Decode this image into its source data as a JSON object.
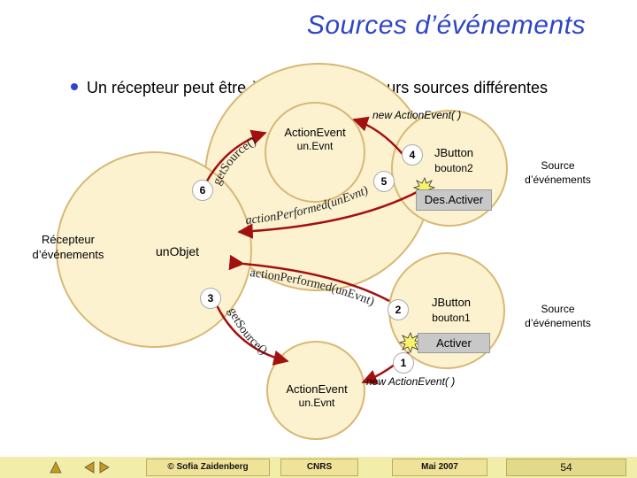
{
  "title": "Sources d’événements",
  "bullet": "Un récepteur peut être à l’écoute de plusieurs sources différentes",
  "top_section": {
    "new_event": "new ActionEvent( )",
    "event_name": "ActionEvent",
    "event_var": "un.Evnt",
    "getsource_label": "getSource()",
    "action_performed_label": "actionPerformed(unEvnt)",
    "jbutton_label": "JButton",
    "jbutton_var": "bouton2",
    "button_text": "Des.Activer",
    "source_label_1": "Source",
    "source_label_2": "d’événements",
    "step_4": "4",
    "step_5": "5",
    "step_6": "6"
  },
  "receiver": {
    "label_1": "Récepteur",
    "label_2": "d’événements",
    "object_name": "unObjet",
    "action_performed_label": "actionPerformed(unEvnt)",
    "getsource_label": "getSource()",
    "step_3": "3"
  },
  "bottom_section": {
    "jbutton_label": "JButton",
    "jbutton_var": "bouton1",
    "button_text": "Activer",
    "source_label_1": "Source",
    "source_label_2": "d’événements",
    "event_name": "ActionEvent",
    "event_var": "un.Evnt",
    "new_event": "new ActionEvent( )",
    "step_1": "1",
    "step_2": "2"
  },
  "footer": {
    "author": "© Sofia Zaidenberg",
    "org": "CNRS",
    "date": "Mai 2007",
    "page": "54"
  },
  "colors": {
    "title": "#2f45c8",
    "circle_fill": "#fcf2d0",
    "circle_stroke": "#d8b874",
    "arrow": "#a31010",
    "footer": "#f2eda8"
  }
}
